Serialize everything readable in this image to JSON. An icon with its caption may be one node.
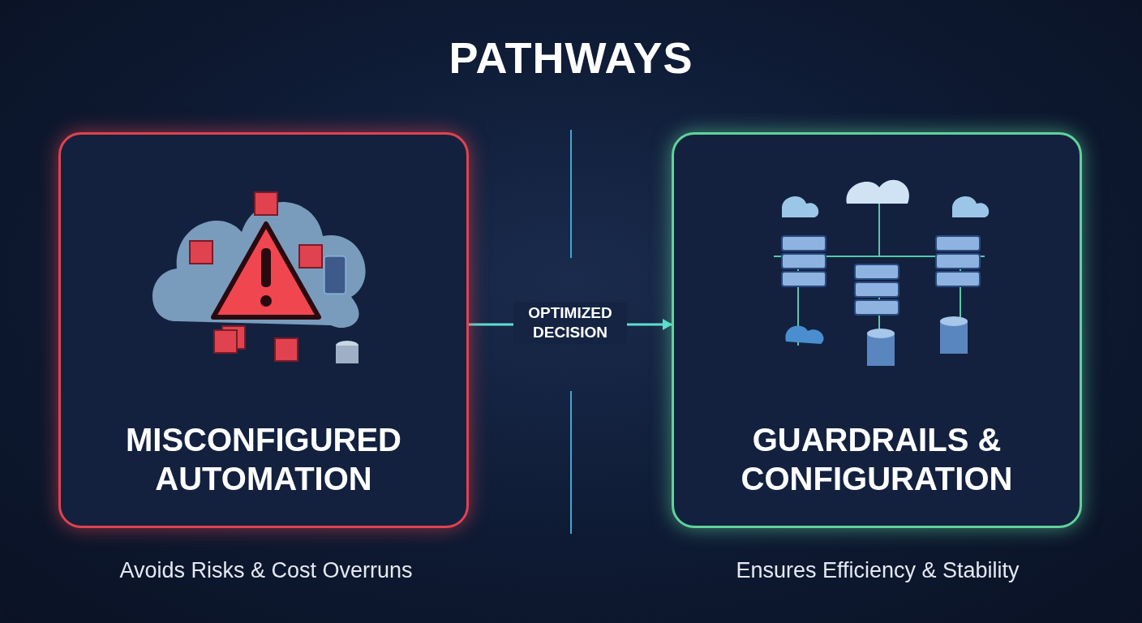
{
  "diagram": {
    "title": "PATHWAYS",
    "nodes": [
      {
        "text": [
          "MISCONFIGURED AUTOMATION"
        ],
        "beside": [
          "Avoids Risks & Cost Overruns"
        ]
      },
      {
        "text": [
          "GUARDRAILS & CONFIGURATION"
        ],
        "beside": [
          "Ensures Efficiency & Stability"
        ]
      }
    ],
    "edges": [
      {
        "from": 0,
        "to": 1,
        "arrow": "to",
        "label": "OPTIMIZED DECISION"
      }
    ]
  }
}
